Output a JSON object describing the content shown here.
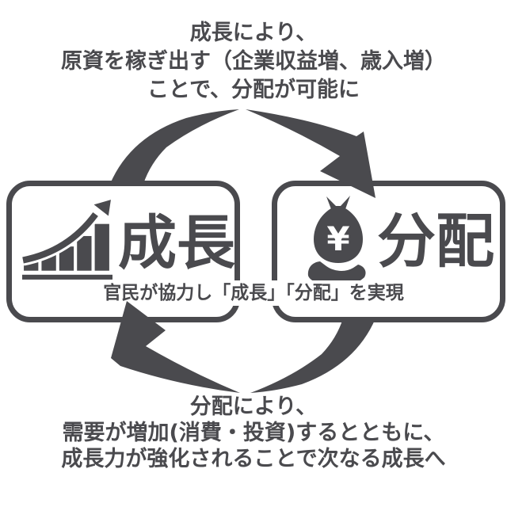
{
  "colors": {
    "ink": "#4a4a4e",
    "bg": "#ffffff"
  },
  "top_caption": {
    "lines": [
      "成長により、",
      "原資を稼ぎ出す（企業収益増、歳入増）",
      "ことで、分配が可能に"
    ]
  },
  "middle_caption": {
    "text": "官民が協力し「成長」「分配」を実現"
  },
  "bottom_caption": {
    "lines": [
      "分配により、",
      "需要が増加(消費・投資)するとともに、",
      "成長力が強化されることで次なる成長へ"
    ]
  },
  "growth_box": {
    "label": "成長",
    "icon": "growth-bar-chart-icon"
  },
  "distribution_box": {
    "label": "分配",
    "icon": "money-bag-on-hand-icon",
    "bag_symbol": "¥"
  },
  "cycle": {
    "direction": "clockwise",
    "arrows": [
      "growth-to-distribution",
      "distribution-to-growth"
    ]
  }
}
